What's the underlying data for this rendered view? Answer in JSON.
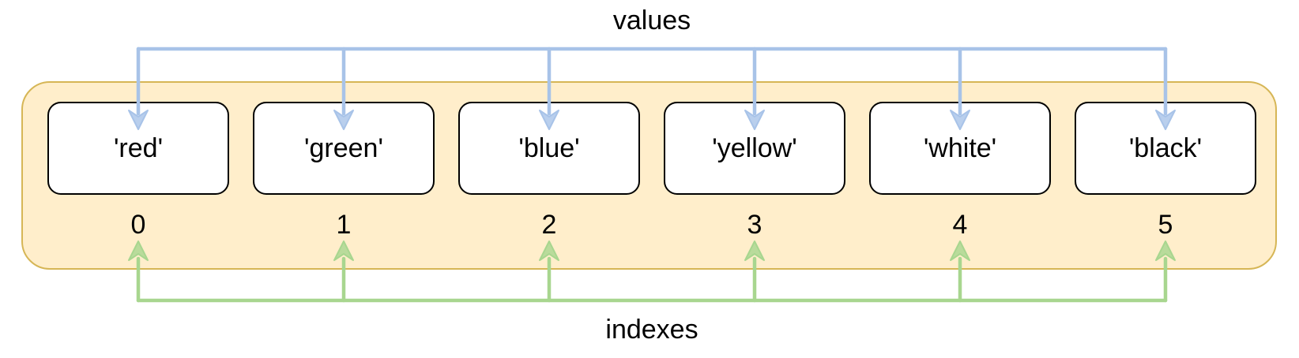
{
  "diagram": {
    "top_label": "values",
    "bottom_label": "indexes",
    "cells": [
      {
        "value": "'red'",
        "index": "0"
      },
      {
        "value": "'green'",
        "index": "1"
      },
      {
        "value": "'blue'",
        "index": "2"
      },
      {
        "value": "'yellow'",
        "index": "3"
      },
      {
        "value": "'white'",
        "index": "4"
      },
      {
        "value": "'black'",
        "index": "5"
      }
    ],
    "colors": {
      "container_fill": "#FFEECB",
      "container_border": "#D6B656",
      "cell_fill": "#FFFFFF",
      "cell_border": "#000000",
      "values_arrow": "#A8C3E8",
      "indexes_arrow": "#A8D68F",
      "text": "#000000"
    }
  }
}
